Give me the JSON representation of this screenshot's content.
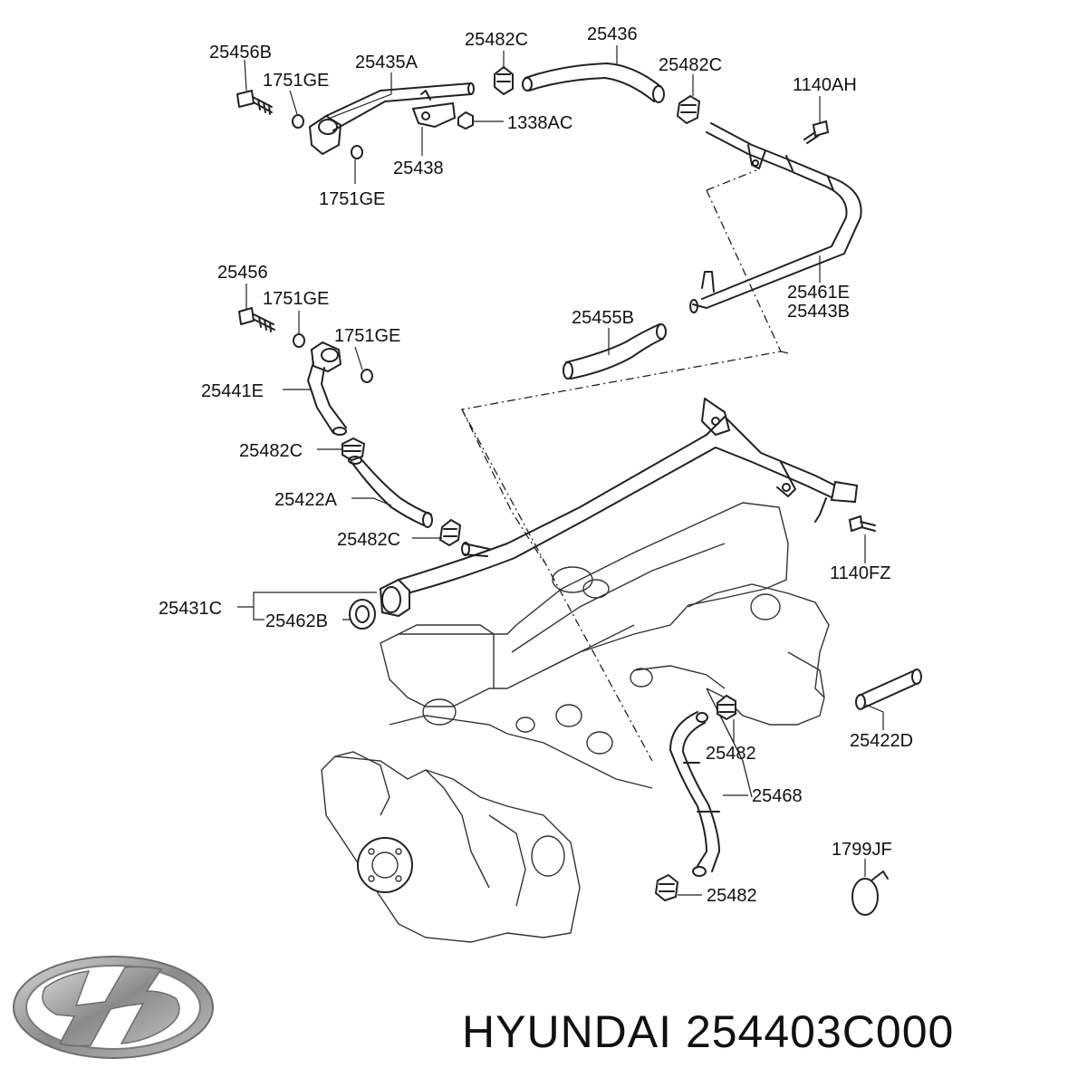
{
  "labels": {
    "l_25456B": "25456B",
    "l_1751GE_a": "1751GE",
    "l_25435A": "25435A",
    "l_25482C_a": "25482C",
    "l_25436": "25436",
    "l_25482C_b": "25482C",
    "l_1140AH": "1140AH",
    "l_1338AC": "1338AC",
    "l_25438": "25438",
    "l_1751GE_b": "1751GE",
    "l_25456": "25456",
    "l_1751GE_c": "1751GE",
    "l_1751GE_d": "1751GE",
    "l_25455B": "25455B",
    "l_25461E": "25461E",
    "l_25443B": "25443B",
    "l_25441E": "25441E",
    "l_25482C_c": "25482C",
    "l_25422A": "25422A",
    "l_25482C_d": "25482C",
    "l_1140FZ": "1140FZ",
    "l_25431C": "25431C",
    "l_25462B": "25462B",
    "l_25422D": "25422D",
    "l_25482_a": "25482",
    "l_25468": "25468",
    "l_1799JF": "1799JF",
    "l_25482_b": "25482"
  },
  "footer": {
    "brand": "HYUNDAI",
    "part_number": "254403C000"
  },
  "logo": {
    "icon": "hyundai-logo-icon",
    "color": "#8a8a8a"
  }
}
